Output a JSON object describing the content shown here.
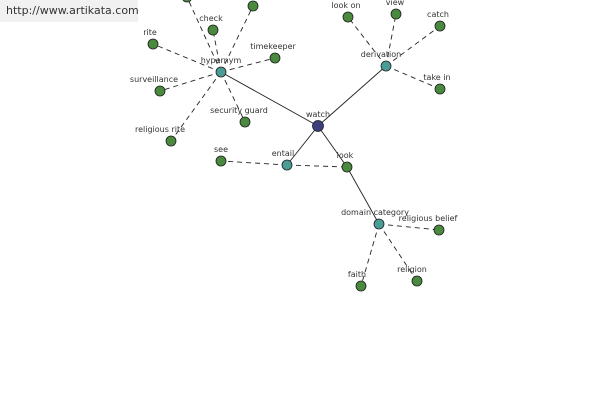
{
  "site_url": "http://www.artikata.com",
  "colors": {
    "root": "#3b3f7e",
    "relation": "#4a9c96",
    "leaf": "#4a8a3e",
    "edge": "#222222",
    "node_stroke": "#1e1e1e"
  },
  "graph": {
    "nodes": [
      {
        "id": "watch",
        "label": "watch",
        "kind": "root"
      },
      {
        "id": "hypernym",
        "label": "hypernym",
        "kind": "relation"
      },
      {
        "id": "derivation",
        "label": "derivation",
        "kind": "relation"
      },
      {
        "id": "entail",
        "label": "entail",
        "kind": "relation"
      },
      {
        "id": "domain_category",
        "label": "domain category",
        "kind": "relation"
      },
      {
        "id": "look",
        "label": "look",
        "kind": "leaf"
      },
      {
        "id": "see",
        "label": "see",
        "kind": "leaf"
      },
      {
        "id": "check",
        "label": "check",
        "kind": "leaf"
      },
      {
        "id": "rite",
        "label": "rite",
        "kind": "leaf"
      },
      {
        "id": "timekeeper",
        "label": "timekeeper",
        "kind": "leaf"
      },
      {
        "id": "surveillance",
        "label": "surveillance",
        "kind": "leaf"
      },
      {
        "id": "religious_rite",
        "label": "religious rite",
        "kind": "leaf"
      },
      {
        "id": "security_guard",
        "label": "security guard",
        "kind": "leaf"
      },
      {
        "id": "hyp_extra1",
        "label": "",
        "kind": "leaf"
      },
      {
        "id": "hyp_extra2",
        "label": "",
        "kind": "leaf"
      },
      {
        "id": "look_on",
        "label": "look on",
        "kind": "leaf"
      },
      {
        "id": "view",
        "label": "view",
        "kind": "leaf"
      },
      {
        "id": "catch",
        "label": "catch",
        "kind": "leaf"
      },
      {
        "id": "take_in",
        "label": "take in",
        "kind": "leaf"
      },
      {
        "id": "religious_belief",
        "label": "religious belief",
        "kind": "leaf"
      },
      {
        "id": "faith",
        "label": "faith",
        "kind": "leaf"
      },
      {
        "id": "religion",
        "label": "religion",
        "kind": "leaf"
      }
    ],
    "edges": [
      {
        "from": "watch",
        "to": "hypernym",
        "style": "solid"
      },
      {
        "from": "watch",
        "to": "derivation",
        "style": "solid"
      },
      {
        "from": "watch",
        "to": "entail",
        "style": "solid"
      },
      {
        "from": "watch",
        "to": "look",
        "style": "solid"
      },
      {
        "from": "look",
        "to": "domain_category",
        "style": "solid"
      },
      {
        "from": "entail",
        "to": "see",
        "style": "dashed"
      },
      {
        "from": "entail",
        "to": "look",
        "style": "dashed"
      },
      {
        "from": "hypernym",
        "to": "check",
        "style": "dashed"
      },
      {
        "from": "hypernym",
        "to": "rite",
        "style": "dashed"
      },
      {
        "from": "hypernym",
        "to": "timekeeper",
        "style": "dashed"
      },
      {
        "from": "hypernym",
        "to": "surveillance",
        "style": "dashed"
      },
      {
        "from": "hypernym",
        "to": "religious_rite",
        "style": "dashed"
      },
      {
        "from": "hypernym",
        "to": "security_guard",
        "style": "dashed"
      },
      {
        "from": "hypernym",
        "to": "hyp_extra1",
        "style": "dashed"
      },
      {
        "from": "hypernym",
        "to": "hyp_extra2",
        "style": "dashed"
      },
      {
        "from": "derivation",
        "to": "look_on",
        "style": "dashed"
      },
      {
        "from": "derivation",
        "to": "view",
        "style": "dashed"
      },
      {
        "from": "derivation",
        "to": "catch",
        "style": "dashed"
      },
      {
        "from": "derivation",
        "to": "take_in",
        "style": "dashed"
      },
      {
        "from": "domain_category",
        "to": "religious_belief",
        "style": "dashed"
      },
      {
        "from": "domain_category",
        "to": "faith",
        "style": "dashed"
      },
      {
        "from": "domain_category",
        "to": "religion",
        "style": "dashed"
      }
    ]
  }
}
